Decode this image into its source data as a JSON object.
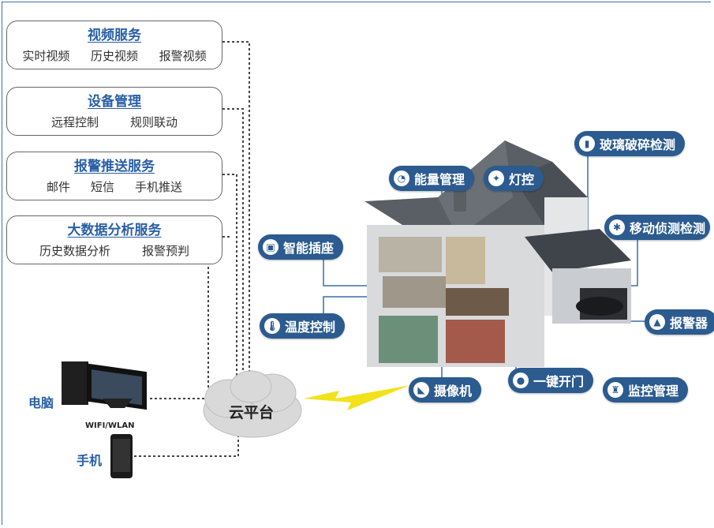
{
  "services": [
    {
      "title": "视频服务",
      "items": [
        "实时视频",
        "历史视频",
        "报警视频"
      ]
    },
    {
      "title": "设备管理",
      "items": [
        "远程控制",
        "规则联动"
      ]
    },
    {
      "title": "报警推送服务",
      "items": [
        "邮件",
        "短信",
        "手机推送"
      ]
    },
    {
      "title": "大数据分析服务",
      "items": [
        "历史数据分析",
        "报警预判"
      ]
    }
  ],
  "devices": {
    "computer": "电脑",
    "wifi": "WIFI/WLAN",
    "phone": "手机"
  },
  "cloud": "云平台",
  "features": {
    "energy": "能量管理",
    "light": "灯控",
    "glass": "玻璃破碎检测",
    "motion": "移动侦测检测",
    "socket": "智能插座",
    "temp": "温度控制",
    "alarm": "报警器",
    "camera": "摄像机",
    "door": "一键开门",
    "monitor": "监控管理"
  },
  "colors": {
    "accent": "#2a5fa6",
    "pill": "#2b5b8f",
    "lightning": "#f2e21a"
  }
}
